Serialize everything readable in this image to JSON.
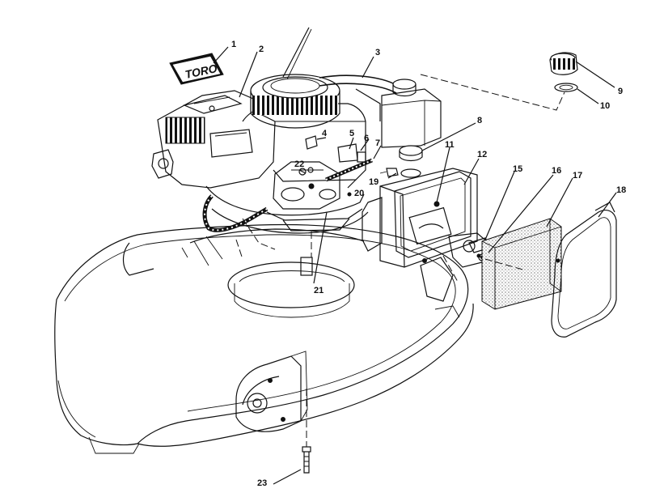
{
  "logo_text": "TORO",
  "labels": {
    "n1": "1",
    "n2": "2",
    "n3": "3",
    "n4": "4",
    "n5": "5",
    "n6": "6",
    "n7": "7",
    "n8": "8",
    "n9": "9",
    "n10": "10",
    "n11": "11",
    "n12": "12",
    "n15": "15",
    "n16": "16",
    "n17": "17",
    "n18": "18",
    "n19": "19",
    "n20": "20",
    "n21": "21",
    "n22": "22",
    "n23": "23"
  }
}
